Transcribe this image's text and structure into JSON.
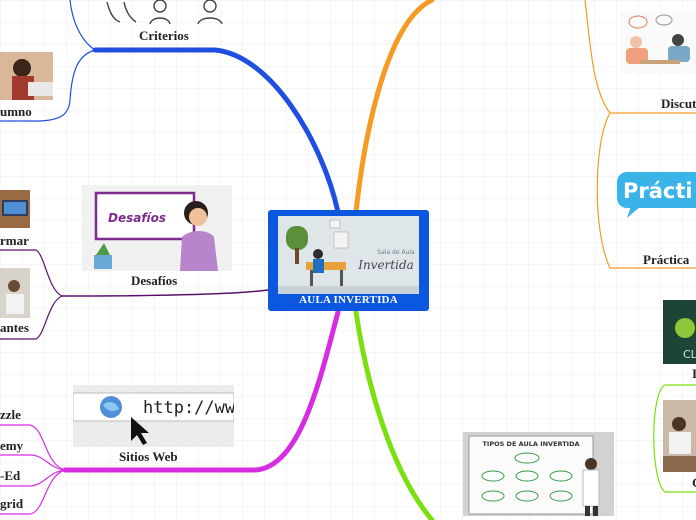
{
  "central": {
    "title": "AULA INVERTIDA",
    "image_script": "Sala de Aula",
    "image_word": "Invertida"
  },
  "branches": {
    "criterios": {
      "label": "Criterios",
      "color": "#1f4fe0",
      "children": [
        "umno"
      ]
    },
    "desafios": {
      "label": "Desafíos",
      "image_word": "Desafíos",
      "color": "#5a0f6b",
      "children": [
        "rmar",
        "antes"
      ]
    },
    "sitios_web": {
      "label": "Sitios Web",
      "image_word": "http://ww",
      "color": "#d62de0",
      "children": [
        "zzle",
        "emy",
        "-Ed",
        "grid"
      ]
    },
    "discusion": {
      "label": "Discut",
      "color": "#f59a23"
    },
    "practica": {
      "label": "Práctica",
      "image_word": "Prácti",
      "color": "#f59a23"
    },
    "tipos": {
      "image_title": "TIPOS DE AULA INVERTIDA",
      "color": "#7be00f"
    },
    "right_partial": {
      "labels": [
        "I",
        "C"
      ],
      "image_word": "CL"
    }
  },
  "colors": {
    "central_bg": "#0b57e0",
    "orange": "#f59a23",
    "blue": "#1f4fe0",
    "green": "#7be00f",
    "magenta": "#d62de0",
    "purple": "#5a0f6b"
  }
}
